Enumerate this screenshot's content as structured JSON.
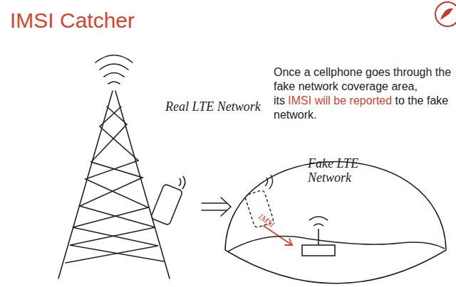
{
  "diagram": {
    "title": "IMSI Catcher",
    "nodes": [
      {
        "text": [
          "Fake LTE Network"
        ]
      }
    ],
    "labels": [
      "Real LTE Network",
      "Once a cellphone goes through the fake network coverage area, its",
      "IMSI will be reported",
      "to the fake network.",
      "IMSI"
    ]
  }
}
